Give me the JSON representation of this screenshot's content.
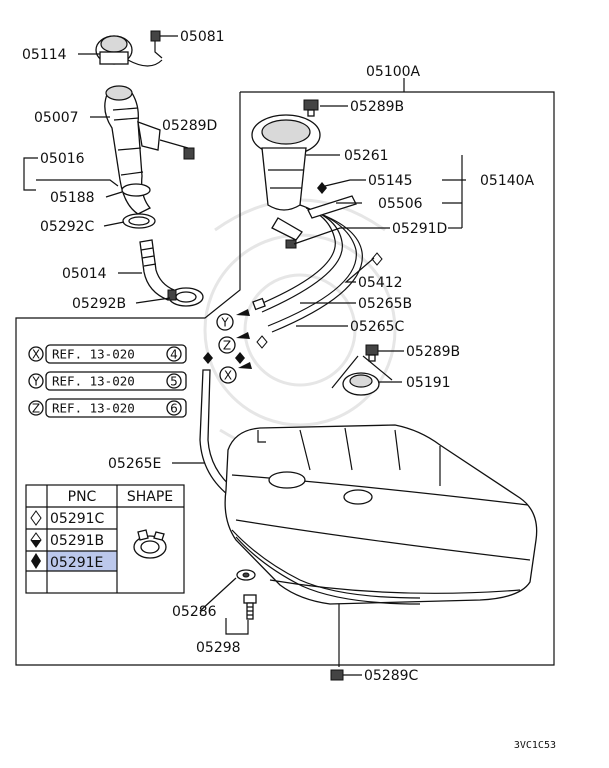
{
  "callouts": [
    {
      "id": "05114",
      "text": "05114"
    },
    {
      "id": "05081",
      "text": "05081"
    },
    {
      "id": "05100A",
      "text": "05100A"
    },
    {
      "id": "05289B_top",
      "text": "05289B"
    },
    {
      "id": "05007",
      "text": "05007"
    },
    {
      "id": "05289D",
      "text": "05289D"
    },
    {
      "id": "05261",
      "text": "05261"
    },
    {
      "id": "05016",
      "text": "05016"
    },
    {
      "id": "05145",
      "text": "05145"
    },
    {
      "id": "05140A",
      "text": "05140A"
    },
    {
      "id": "05188",
      "text": "05188"
    },
    {
      "id": "05506",
      "text": "05506"
    },
    {
      "id": "05292C",
      "text": "05292C"
    },
    {
      "id": "05291D",
      "text": "05291D"
    },
    {
      "id": "05014",
      "text": "05014"
    },
    {
      "id": "05412",
      "text": "05412"
    },
    {
      "id": "05292B",
      "text": "05292B"
    },
    {
      "id": "05265B",
      "text": "05265B"
    },
    {
      "id": "05265C",
      "text": "05265C"
    },
    {
      "id": "05289B_mid",
      "text": "05289B"
    },
    {
      "id": "05191",
      "text": "05191"
    },
    {
      "id": "05265E",
      "text": "05265E"
    },
    {
      "id": "05286",
      "text": "05286"
    },
    {
      "id": "05298",
      "text": "05298"
    },
    {
      "id": "05289C",
      "text": "05289C"
    }
  ],
  "connectors": {
    "y": "Y",
    "z": "Z",
    "x": "X"
  },
  "references": [
    {
      "key": "X",
      "text": "REF. 13-020",
      "num": "4"
    },
    {
      "key": "Y",
      "text": "REF. 13-020",
      "num": "5"
    },
    {
      "key": "Z",
      "text": "REF. 13-020",
      "num": "6"
    }
  ],
  "legend": {
    "header_pnc": "PNC",
    "header_shape": "SHAPE",
    "rows": [
      {
        "symbol": "diamond-outline",
        "pnc": "05291C"
      },
      {
        "symbol": "diamond-half",
        "pnc": "05291B"
      },
      {
        "symbol": "diamond-solid",
        "pnc": "05291E"
      }
    ],
    "highlight_color": "#bcc8ec"
  },
  "diagram_code": "3VC1C53"
}
